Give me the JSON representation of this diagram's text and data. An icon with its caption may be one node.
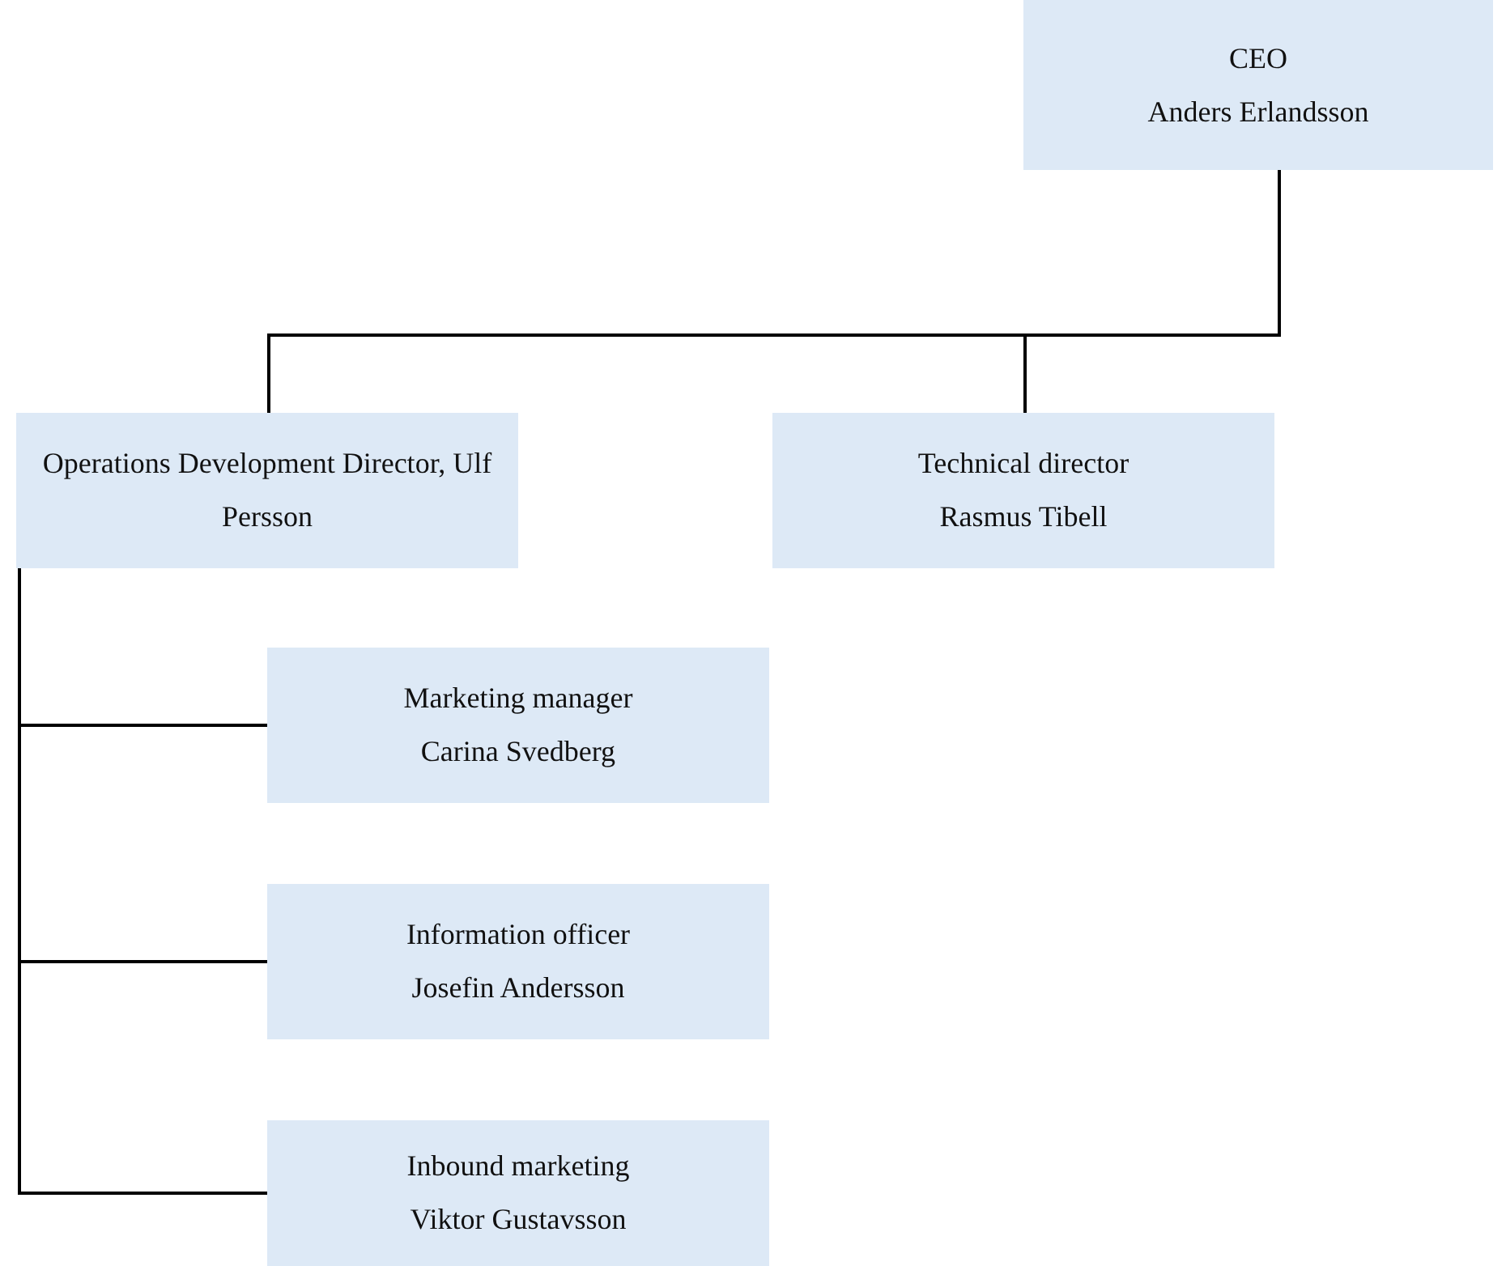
{
  "diagram": {
    "nodes": [
      {
        "text": [
          "CEO",
          "Anders Erlandsson"
        ]
      },
      {
        "text": [
          "Operations Development Director, Ulf Persson"
        ]
      },
      {
        "text": [
          "Technical director",
          "Rasmus Tibell"
        ]
      },
      {
        "text": [
          "Marketing manager",
          "Carina Svedberg"
        ]
      },
      {
        "text": [
          "Information officer",
          "Josefin Andersson"
        ]
      },
      {
        "text": [
          "Inbound marketing",
          "Viktor Gustavsson"
        ]
      }
    ],
    "edges": [
      {
        "from": 0,
        "to": 1,
        "arrow": "none"
      },
      {
        "from": 0,
        "to": 2,
        "arrow": "none"
      },
      {
        "from": 1,
        "to": 3,
        "arrow": "none"
      },
      {
        "from": 1,
        "to": 4,
        "arrow": "none"
      },
      {
        "from": 1,
        "to": 5,
        "arrow": "none"
      }
    ]
  }
}
